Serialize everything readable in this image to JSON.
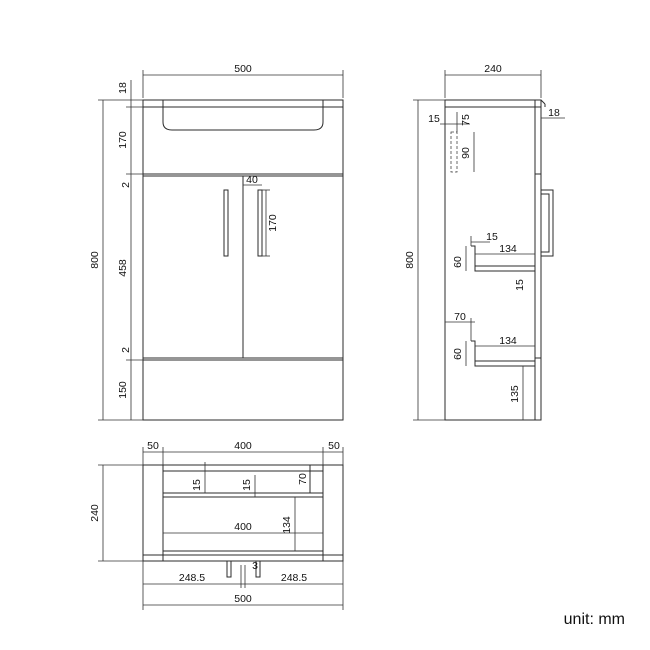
{
  "diagram": {
    "unit_label": "unit: mm",
    "front": {
      "width": "500",
      "top_lip": "18",
      "basin_height": "170",
      "rail_top": "2",
      "door_height": "458",
      "rail_bottom": "2",
      "plinth": "150",
      "total_height": "800",
      "handle_offset": "40",
      "handle_length": "170"
    },
    "side": {
      "depth": "240",
      "top_overhang": "18",
      "recess_a": "15",
      "recess_b": "75",
      "recess_h": "90",
      "total_height": "800",
      "shelf1_inset": "15",
      "shelf1_depth": "134",
      "shelf1_height": "60",
      "shelf1_thick": "15",
      "shelf2_inset": "70",
      "shelf2_depth": "134",
      "shelf2_height": "60",
      "plinth_h": "135"
    },
    "top": {
      "side_left": "50",
      "inner_width": "400",
      "side_right": "50",
      "depth": "240",
      "rear_gap": "15",
      "mid_gap": "15",
      "front_gap": "70",
      "shelf_width": "400",
      "shelf_depth": "134",
      "half_left": "248.5",
      "gap": "3",
      "half_right": "248.5",
      "total_width": "500"
    }
  }
}
